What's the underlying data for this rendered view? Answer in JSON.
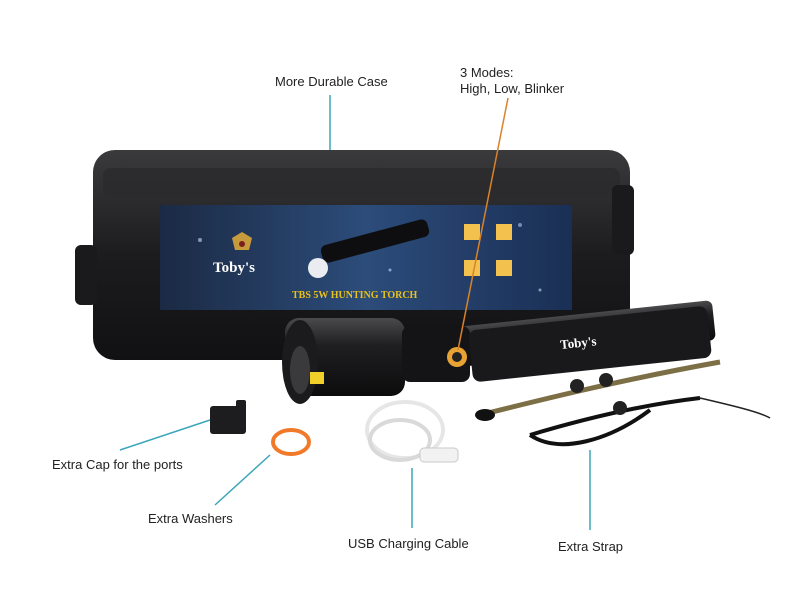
{
  "labels": {
    "case": "More Durable Case",
    "modes_line1": "3 Modes:",
    "modes_line2": "High, Low, Blinker",
    "cap": "Extra Cap for the ports",
    "washers": "Extra Washers",
    "cable": "USB Charging Cable",
    "strap": "Extra Strap"
  },
  "product": {
    "brand_case": "Toby's",
    "brand_flashlight": "Toby's",
    "box_title": "TBS  5W  HUNTING  TORCH"
  },
  "colors": {
    "callout_line_blue": "#3aa6b9",
    "callout_line_orange": "#d9822b",
    "washer": "#f07a2a",
    "strap": "#7d6f45"
  }
}
